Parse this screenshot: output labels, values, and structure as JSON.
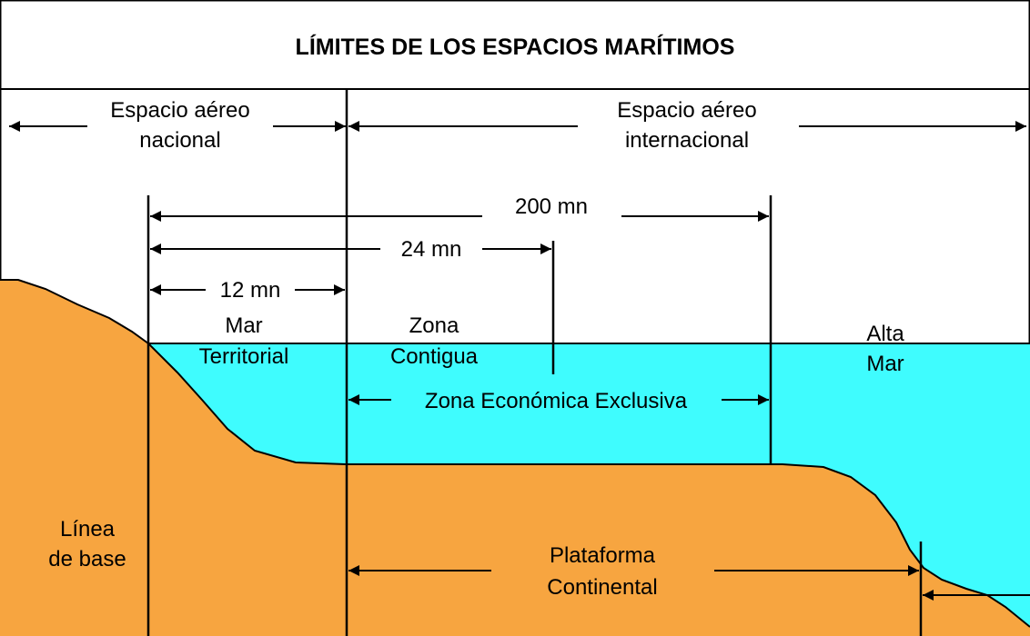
{
  "title": "LÍMITES DE LOS ESPACIOS MARÍTIMOS",
  "labels": {
    "espacio_nacional_1": "Espacio aéreo",
    "espacio_nacional_2": "nacional",
    "espacio_internacional_1": "Espacio aéreo",
    "espacio_internacional_2": "internacional",
    "dist_200": "200 mn",
    "dist_24": "24 mn",
    "dist_12": "12 mn",
    "mar_territorial_1": "Mar",
    "mar_territorial_2": "Territorial",
    "zona_contigua_1": "Zona",
    "zona_contigua_2": "Contigua",
    "alta_mar_1": "Alta",
    "alta_mar_2": "Mar",
    "zee": "Zona Económica Exclusiva",
    "linea_base_1": "Línea",
    "linea_base_2": "de base",
    "plataforma_1": "Plataforma",
    "plataforma_2": "Continental"
  },
  "colors": {
    "land": "#F7A540",
    "sea": "#3FFCFE",
    "line": "#000000",
    "background": "#FFFFFF"
  }
}
